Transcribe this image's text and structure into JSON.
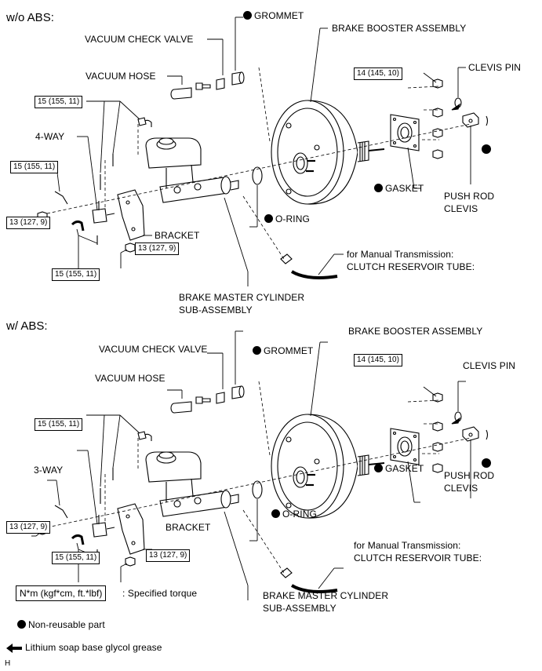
{
  "sections": {
    "top": {
      "title": "w/o ABS:",
      "labels": {
        "grommet": "GROMMET",
        "brake_booster": "BRAKE BOOSTER ASSEMBLY",
        "vacuum_check_valve": "VACUUM CHECK VALVE",
        "clevis_pin": "CLEVIS PIN",
        "vacuum_hose": "VACUUM HOSE",
        "way": "4-WAY",
        "gasket": "GASKET",
        "push_rod": "PUSH ROD",
        "clevis": "CLEVIS",
        "o_ring": "O-RING",
        "bracket": "BRACKET",
        "manual_trans_1": "for Manual Transmission:",
        "manual_trans_2": "CLUTCH RESERVOIR TUBE:",
        "master_cyl_1": "BRAKE MASTER CYLINDER",
        "master_cyl_2": "SUB-ASSEMBLY"
      },
      "torques": {
        "t1": "14 (145, 10)",
        "t2": "15 (155, 11)",
        "t3": "15 (155, 11)",
        "t4": "13 (127, 9)",
        "t5": "15 (155, 11)",
        "t6": "13 (127, 9)"
      }
    },
    "bottom": {
      "title": "w/ ABS:",
      "labels": {
        "grommet": "GROMMET",
        "brake_booster": "BRAKE BOOSTER ASSEMBLY",
        "vacuum_check_valve": "VACUUM CHECK VALVE",
        "clevis_pin": "CLEVIS PIN",
        "vacuum_hose": "VACUUM HOSE",
        "way": "3-WAY",
        "gasket": "GASKET",
        "push_rod": "PUSH ROD",
        "clevis": "CLEVIS",
        "o_ring": "O-RING",
        "bracket": "BRACKET",
        "manual_trans_1": "for Manual Transmission:",
        "manual_trans_2": "CLUTCH RESERVOIR TUBE:",
        "master_cyl_1": "BRAKE MASTER CYLINDER",
        "master_cyl_2": "SUB-ASSEMBLY"
      },
      "torques": {
        "t1": "14 (145, 10)",
        "t2": "15 (155, 11)",
        "t4": "13 (127, 9)",
        "t5": "15 (155, 11)",
        "t6": "13 (127, 9)"
      }
    }
  },
  "legend": {
    "torque_box": "N*m (kgf*cm, ft.*lbf)",
    "torque_desc": ": Specified torque",
    "non_reusable": "Non-reusable part",
    "grease": "Lithium soap base glycol grease"
  },
  "figure_code": "H"
}
